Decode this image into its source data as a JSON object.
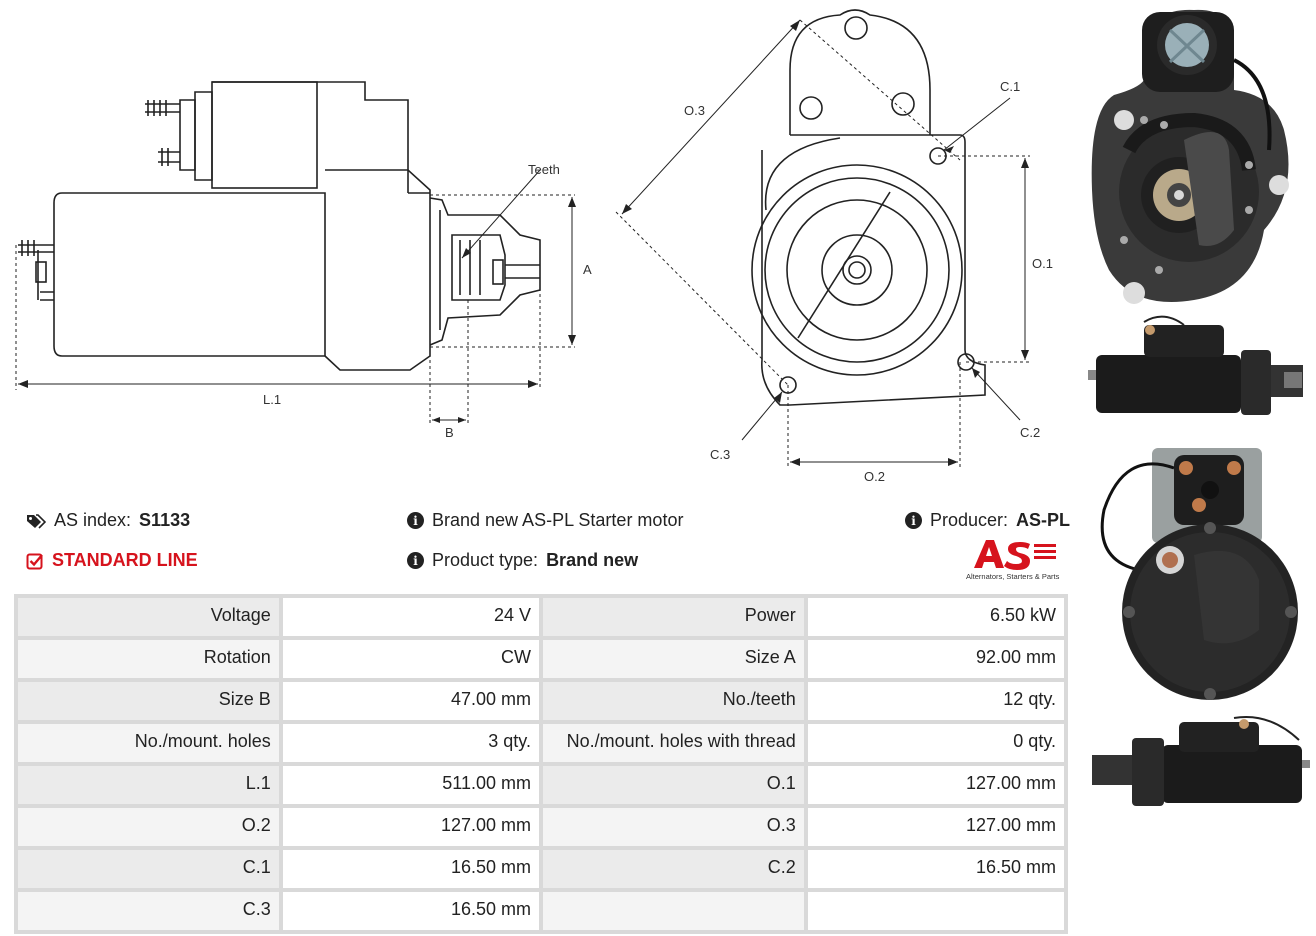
{
  "drawing_labels": {
    "teeth": "Teeth",
    "a": "A",
    "b": "B",
    "l1": "L.1",
    "o1": "O.1",
    "o2": "O.2",
    "o3": "O.3",
    "c1": "C.1",
    "c2": "C.2",
    "c3": "C.3"
  },
  "info": {
    "as_index_label": "AS index:",
    "as_index_value": "S1133",
    "standard_line": "STANDARD LINE",
    "description": "Brand new AS-PL Starter motor",
    "product_type_label": "Product type:",
    "product_type_value": "Brand new",
    "producer_label": "Producer:",
    "producer_value": "AS-PL"
  },
  "logo": {
    "mark": "AS",
    "tagline": "Alternators, Starters & Parts",
    "color": "#d6131d"
  },
  "icons": {
    "tag": "tags-icon",
    "check": "check-square-icon",
    "info": "info-circle-icon"
  },
  "specs": [
    {
      "l1": "Voltage",
      "v1": "24 V",
      "l2": "Power",
      "v2": "6.50 kW"
    },
    {
      "l1": "Rotation",
      "v1": "CW",
      "l2": "Size A",
      "v2": "92.00 mm"
    },
    {
      "l1": "Size B",
      "v1": "47.00 mm",
      "l2": "No./teeth",
      "v2": "12 qty."
    },
    {
      "l1": "No./mount. holes",
      "v1": "3 qty.",
      "l2": "No./mount. holes with thread",
      "v2": "0 qty."
    },
    {
      "l1": "L.1",
      "v1": "511.00 mm",
      "l2": "O.1",
      "v2": "127.00 mm"
    },
    {
      "l1": "O.2",
      "v1": "127.00 mm",
      "l2": "O.3",
      "v2": "127.00 mm"
    },
    {
      "l1": "C.1",
      "v1": "16.50 mm",
      "l2": "C.2",
      "v2": "16.50 mm"
    },
    {
      "l1": "C.3",
      "v1": "16.50 mm",
      "l2": "",
      "v2": ""
    }
  ]
}
